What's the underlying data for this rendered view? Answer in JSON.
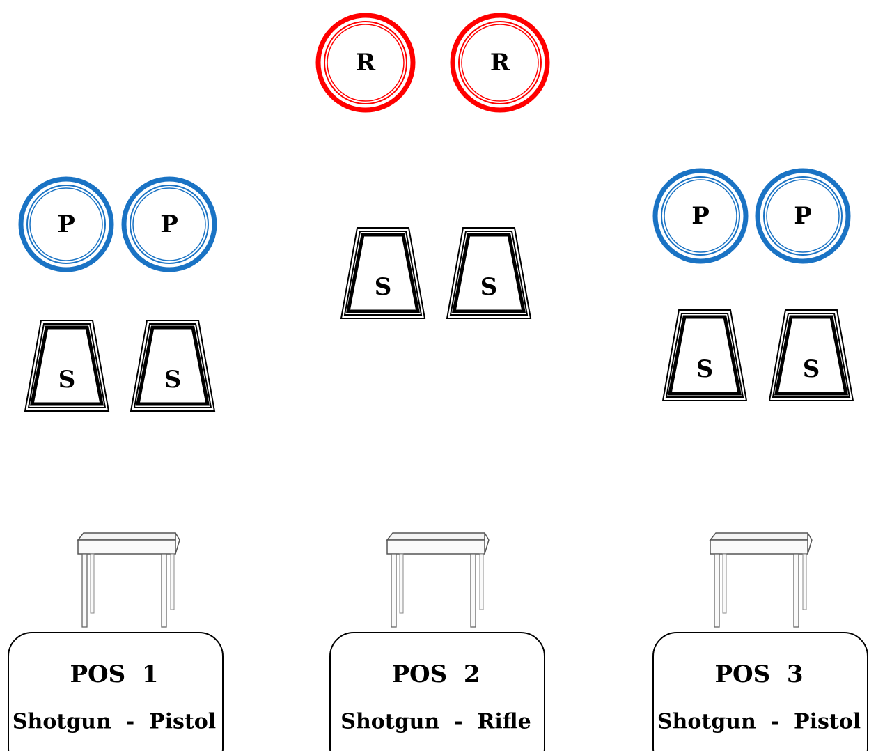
{
  "colors": {
    "rifle": "#ff0000",
    "pistol": "#1a73c4",
    "shotgun": "#000000",
    "background": "#ffffff"
  },
  "targets": {
    "rifle": {
      "letter": "R",
      "count": 2
    },
    "pistol": {
      "letter": "P"
    },
    "shotgun": {
      "letter": "S"
    }
  },
  "positions": [
    {
      "title": "POS  1",
      "weapons": "Shotgun  -  Pistol"
    },
    {
      "title": "POS  2",
      "weapons": "Shotgun  -  Rifle"
    },
    {
      "title": "POS  3",
      "weapons": "Shotgun  -  Pistol"
    }
  ],
  "icons": {
    "table": "shooting-table-icon"
  }
}
